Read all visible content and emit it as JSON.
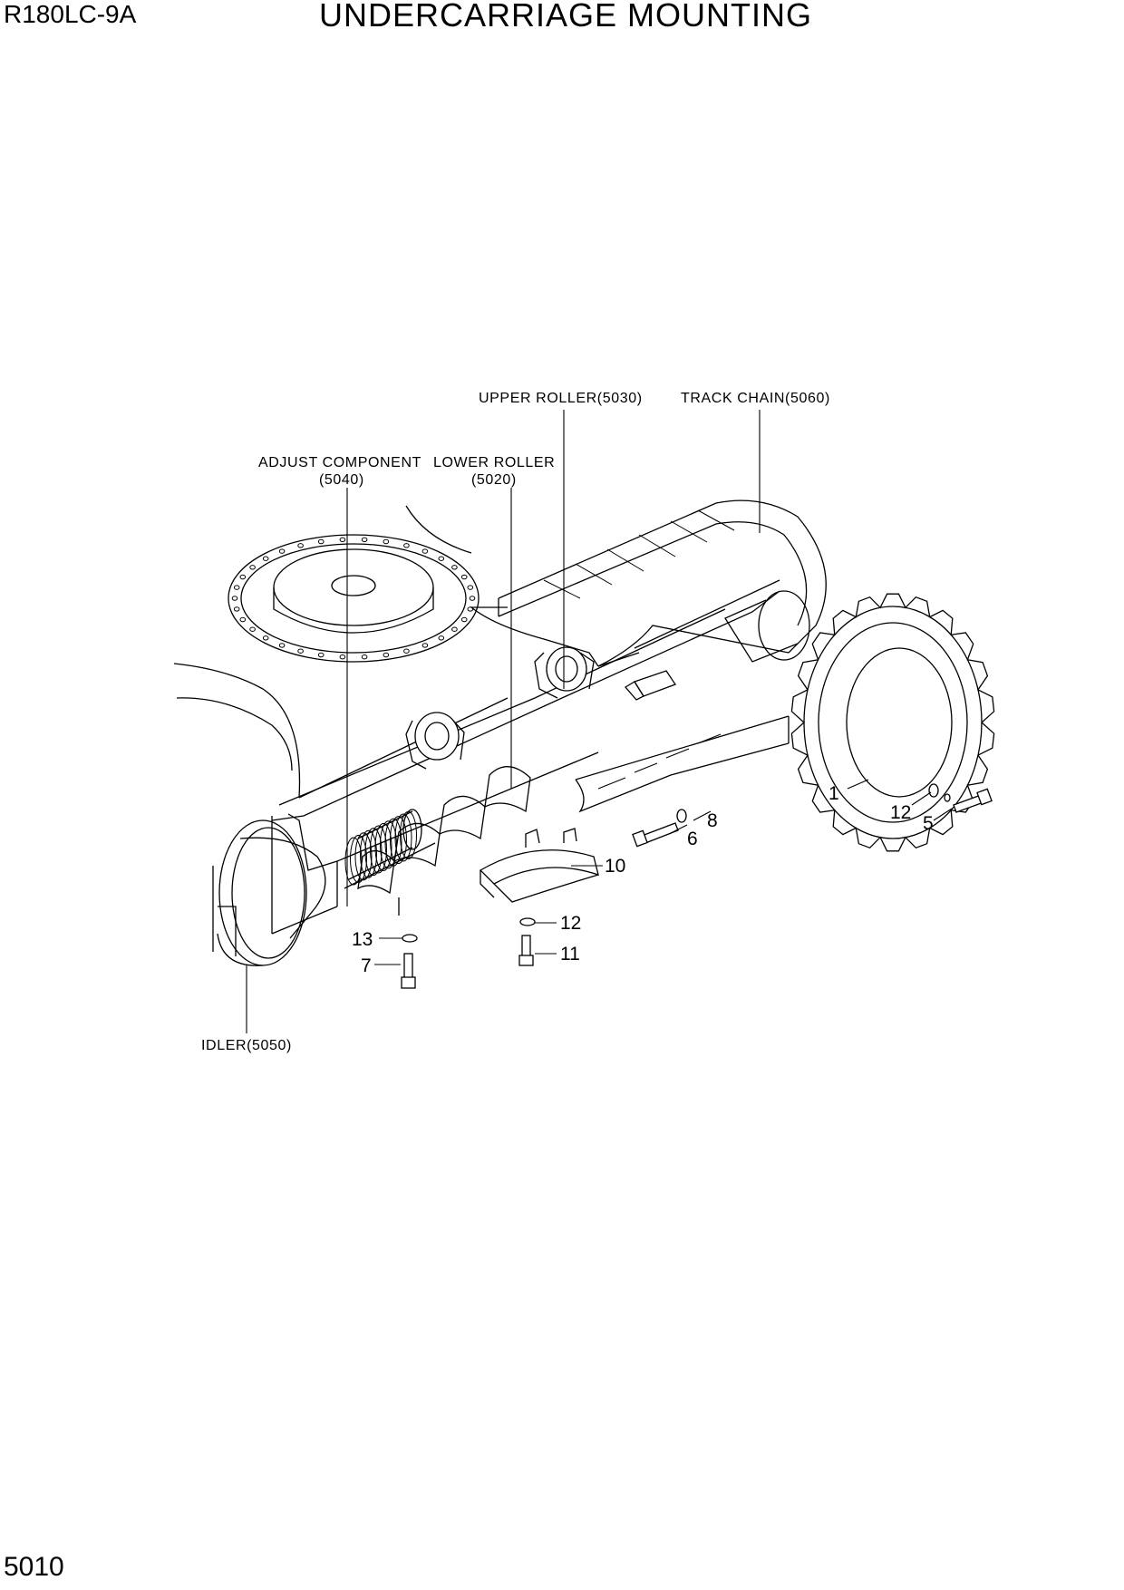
{
  "header": {
    "model": "R180LC-9A",
    "title": "UNDERCARRIAGE MOUNTING",
    "page_number": "5010"
  },
  "callouts": {
    "upper_roller": "UPPER ROLLER(5030)",
    "track_chain": "TRACK CHAIN(5060)",
    "adjust_component_1": "ADJUST COMPONENT",
    "adjust_component_2": "(5040)",
    "lower_roller_1": "LOWER ROLLER",
    "lower_roller_2": "(5020)",
    "idler": "IDLER(5050)"
  },
  "part_numbers": {
    "p1": "1",
    "p12a": "12",
    "p5": "5",
    "p6": "6",
    "p8": "8",
    "p10": "10",
    "p12b": "12",
    "p11": "11",
    "p13": "13",
    "p7": "7"
  }
}
